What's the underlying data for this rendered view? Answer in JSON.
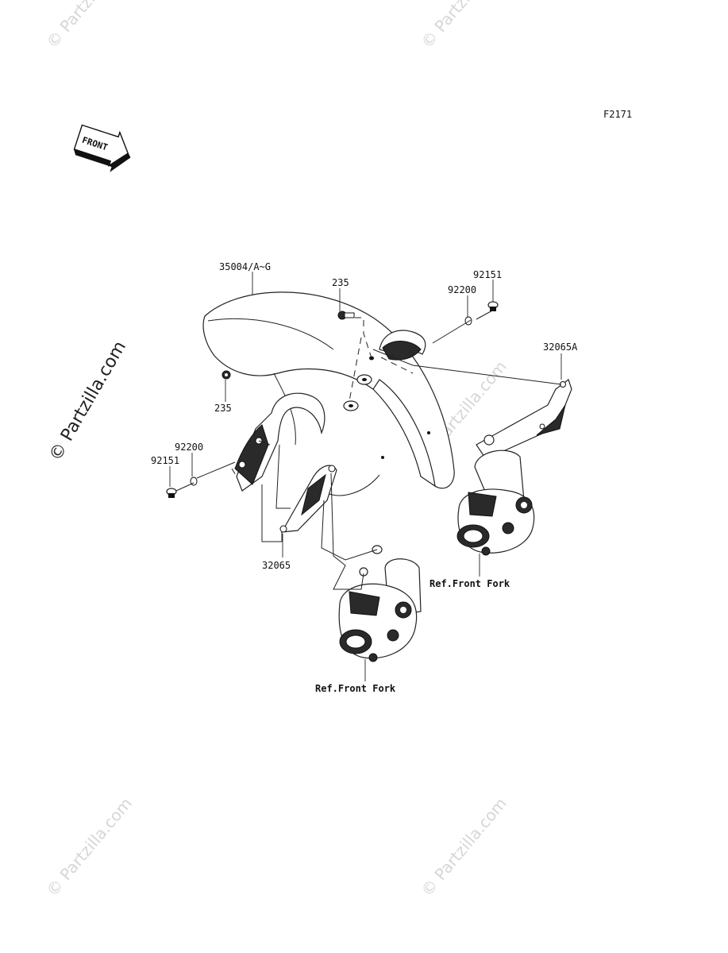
{
  "figure_code": "F2171",
  "front_arrow_label": "FRONT",
  "watermark_main": "© Partzilla.com",
  "watermark_faint": "© Partzilla.com",
  "parts": {
    "fender": "35004/A~G",
    "bolt_top": "235",
    "washer_right": "92200",
    "screw_right": "92151",
    "bracket_right": "32065A",
    "bolt_left": "235",
    "washer_left": "92200",
    "screw_left": "92151",
    "bracket_left": "32065"
  },
  "references": {
    "fork_right": "Ref.Front Fork",
    "fork_left": "Ref.Front Fork"
  }
}
